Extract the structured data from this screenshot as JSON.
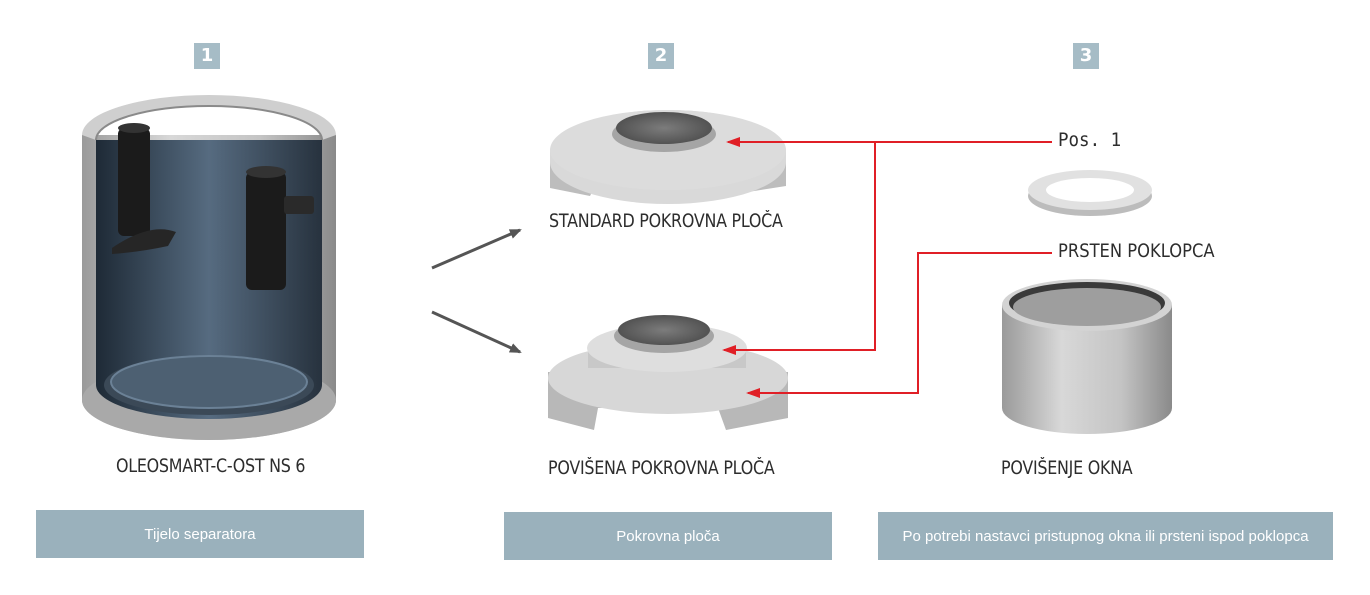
{
  "steps": [
    {
      "number": "1",
      "caption": "OLEOSMART-C-OST NS 6",
      "footer": "Tijelo separatora"
    },
    {
      "number": "2",
      "caption_top": "STANDARD POKROVNA PLOČA",
      "caption_bottom": "POVIŠENA POKROVNA PLOČA",
      "footer": "Pokrovna ploča"
    },
    {
      "number": "3",
      "caption": "POVIŠENJE OKNA",
      "footer": "Po potrebi nastavci pristupnog okna ili prsteni ispod poklopca"
    }
  ],
  "labels": {
    "pos": "Pos. 1",
    "ring": "PRSTEN POKLOPCA"
  },
  "colors": {
    "badge": "#a6bcc6",
    "footer": "#9ab1bc",
    "leader": "#e01f26",
    "arrow": "#555555"
  }
}
